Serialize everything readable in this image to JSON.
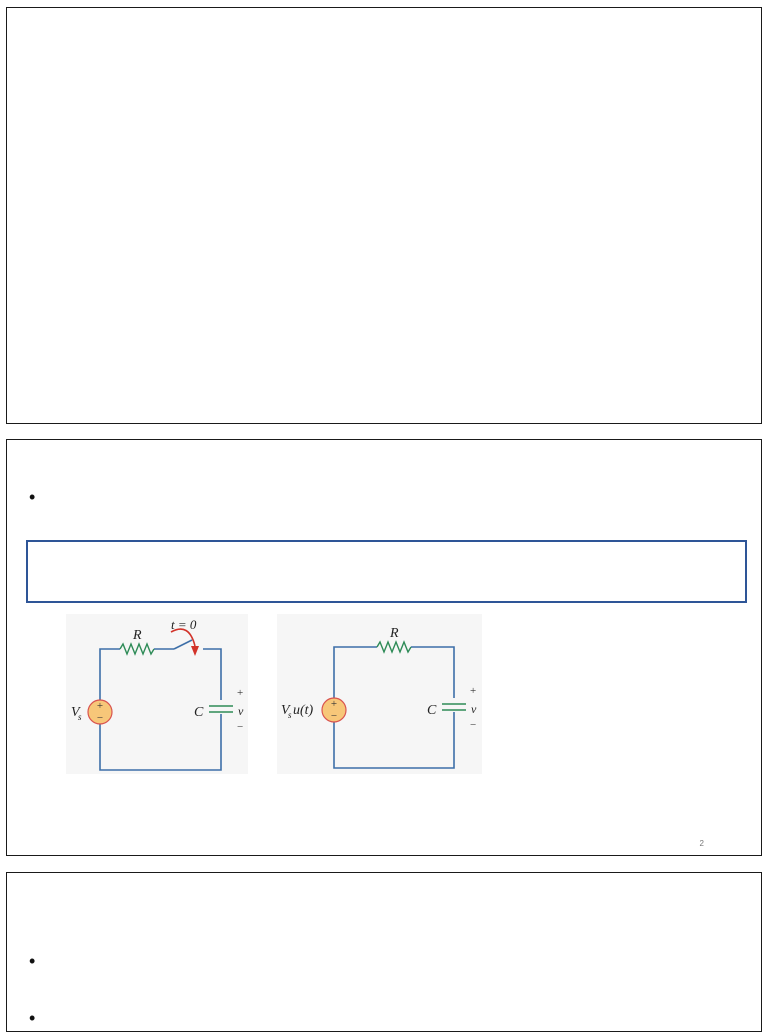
{
  "slides": [
    {
      "id": "slide-1"
    },
    {
      "id": "slide-2",
      "bullet": "•",
      "page_number": "2",
      "circuit_switch": {
        "resistor_label": "R",
        "switch_label": "t = 0",
        "source_label": "V",
        "source_subscript": "s",
        "capacitor_label": "C",
        "voltage_label": "v",
        "plus": "+",
        "minus": "−"
      },
      "circuit_step": {
        "resistor_label": "R",
        "source_label": "V",
        "source_subscript": "s",
        "source_suffix": "u(t)",
        "capacitor_label": "C",
        "voltage_label": "v",
        "plus": "+",
        "minus": "−"
      }
    },
    {
      "id": "slide-3",
      "bullets": [
        "•",
        "•"
      ]
    }
  ],
  "colors": {
    "wire": "#3d6fa8",
    "resistor": "#2e8b57",
    "capacitor": "#2e8b57",
    "source_fill": "#f7c779",
    "source_stroke": "#d9534f",
    "arrow": "#d2332a",
    "box_border": "#2e5597"
  }
}
